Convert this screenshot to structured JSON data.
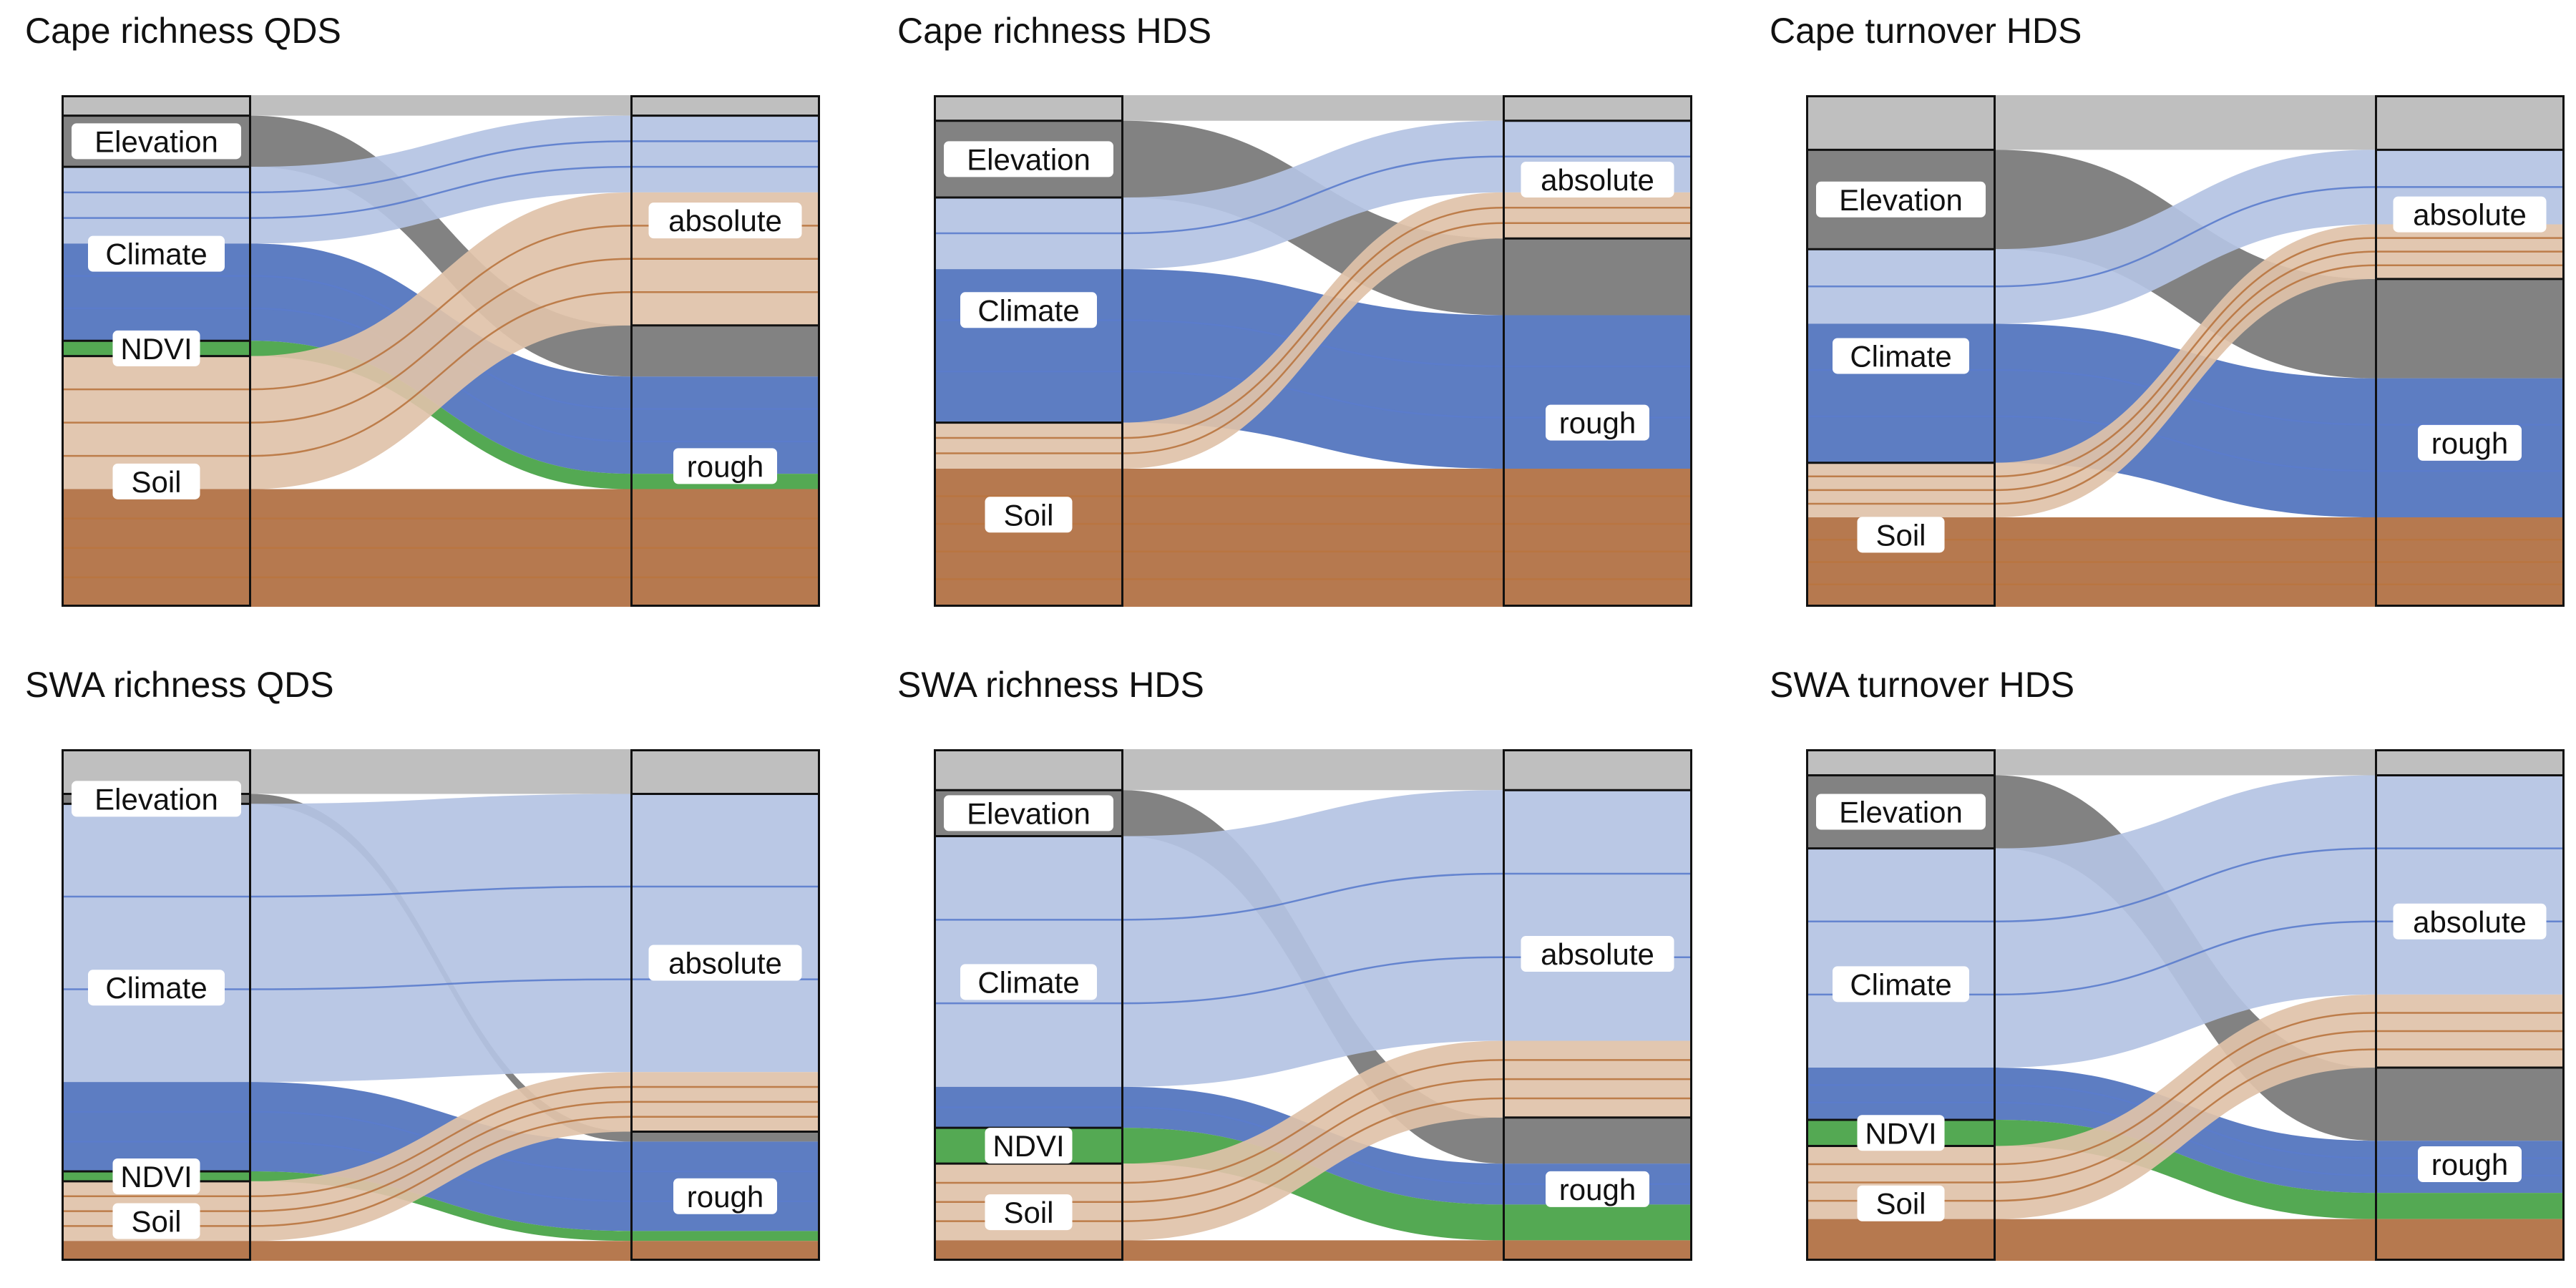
{
  "colors": {
    "NA": "#bfbfbf",
    "Elevation": "#777777",
    "Climate_abs": "#b4c3e3",
    "Climate_rough": "#4f72bd",
    "NDVI": "#45a244",
    "Soil_abs": "#dfc2a9",
    "Soil_rough": "#b06e40",
    "line_Climate": "#5b7ccc",
    "line_Soil": "#b9743f",
    "line_NDVI": "#2f7a2f"
  },
  "chart_data": [
    {
      "type": "alluvial",
      "title": "Cape richness QDS",
      "left_axis": [
        "NA",
        "Elevation",
        "Climate",
        "NDVI",
        "Soil"
      ],
      "right_axis": [
        "NA",
        "absolute",
        "rough"
      ],
      "labels": {
        "Elevation": "Elevation",
        "Climate": "Climate",
        "NDVI": "NDVI",
        "Soil": "Soil",
        "absolute": "absolute",
        "rough": "rough"
      },
      "flows": [
        {
          "from": "NA",
          "to": "NA",
          "value": 4,
          "lines": 0
        },
        {
          "from": "Elevation",
          "to": "rough",
          "value": 10,
          "lines": 0
        },
        {
          "from": "Climate",
          "to": "absolute",
          "value": 15,
          "lines": 2
        },
        {
          "from": "Climate",
          "to": "rough",
          "value": 19,
          "lines": 2
        },
        {
          "from": "NDVI",
          "to": "rough",
          "value": 3,
          "lines": 0
        },
        {
          "from": "Soil",
          "to": "absolute",
          "value": 26,
          "lines": 3
        },
        {
          "from": "Soil",
          "to": "rough",
          "value": 23,
          "lines": 3
        }
      ]
    },
    {
      "type": "alluvial",
      "title": "Cape richness HDS",
      "left_axis": [
        "NA",
        "Elevation",
        "Climate",
        "Soil"
      ],
      "right_axis": [
        "NA",
        "absolute",
        "rough"
      ],
      "labels": {
        "Elevation": "Elevation",
        "Climate": "Climate",
        "Soil": "Soil",
        "absolute": "absolute",
        "rough": "rough"
      },
      "flows": [
        {
          "from": "NA",
          "to": "NA",
          "value": 5,
          "lines": 0
        },
        {
          "from": "Elevation",
          "to": "rough",
          "value": 15,
          "lines": 0
        },
        {
          "from": "Climate",
          "to": "absolute",
          "value": 14,
          "lines": 1
        },
        {
          "from": "Climate",
          "to": "rough",
          "value": 30,
          "lines": 2
        },
        {
          "from": "Soil",
          "to": "absolute",
          "value": 9,
          "lines": 2
        },
        {
          "from": "Soil",
          "to": "rough",
          "value": 27,
          "lines": 4
        }
      ]
    },
    {
      "type": "alluvial",
      "title": "Cape turnover HDS",
      "left_axis": [
        "NA",
        "Elevation",
        "Climate",
        "Soil"
      ],
      "right_axis": [
        "NA",
        "absolute",
        "rough"
      ],
      "labels": {
        "Elevation": "Elevation",
        "Climate": "Climate",
        "Soil": "Soil",
        "absolute": "absolute",
        "rough": "rough"
      },
      "flows": [
        {
          "from": "NA",
          "to": "NA",
          "value": 11,
          "lines": 0
        },
        {
          "from": "Elevation",
          "to": "rough",
          "value": 20,
          "lines": 0
        },
        {
          "from": "Climate",
          "to": "absolute",
          "value": 15,
          "lines": 1
        },
        {
          "from": "Climate",
          "to": "rough",
          "value": 28,
          "lines": 2
        },
        {
          "from": "Soil",
          "to": "absolute",
          "value": 11,
          "lines": 3
        },
        {
          "from": "Soil",
          "to": "rough",
          "value": 18,
          "lines": 3
        }
      ]
    },
    {
      "type": "alluvial",
      "title": "SWA richness QDS",
      "left_axis": [
        "NA",
        "Elevation",
        "Climate",
        "NDVI",
        "Soil"
      ],
      "right_axis": [
        "NA",
        "absolute",
        "rough"
      ],
      "labels": {
        "Elevation": "Elevation",
        "Climate": "Climate",
        "NDVI": "NDVI",
        "Soil": "Soil",
        "absolute": "absolute",
        "rough": "rough"
      },
      "flows": [
        {
          "from": "NA",
          "to": "NA",
          "value": 9,
          "lines": 0
        },
        {
          "from": "Elevation",
          "to": "rough",
          "value": 2,
          "lines": 0
        },
        {
          "from": "Climate",
          "to": "absolute",
          "value": 56,
          "lines": 2
        },
        {
          "from": "Climate",
          "to": "rough",
          "value": 18,
          "lines": 2
        },
        {
          "from": "NDVI",
          "to": "rough",
          "value": 2,
          "lines": 0
        },
        {
          "from": "Soil",
          "to": "absolute",
          "value": 12,
          "lines": 3
        },
        {
          "from": "Soil",
          "to": "rough",
          "value": 4,
          "lines": 0
        }
      ]
    },
    {
      "type": "alluvial",
      "title": "SWA richness HDS",
      "left_axis": [
        "NA",
        "Elevation",
        "Climate",
        "NDVI",
        "Soil"
      ],
      "right_axis": [
        "NA",
        "absolute",
        "rough"
      ],
      "labels": {
        "Elevation": "Elevation",
        "Climate": "Climate",
        "NDVI": "NDVI",
        "Soil": "Soil",
        "absolute": "absolute",
        "rough": "rough"
      },
      "flows": [
        {
          "from": "NA",
          "to": "NA",
          "value": 8,
          "lines": 0
        },
        {
          "from": "Elevation",
          "to": "rough",
          "value": 9,
          "lines": 0
        },
        {
          "from": "Climate",
          "to": "absolute",
          "value": 49,
          "lines": 2
        },
        {
          "from": "Climate",
          "to": "rough",
          "value": 8,
          "lines": 1
        },
        {
          "from": "NDVI",
          "to": "rough",
          "value": 7,
          "lines": 0
        },
        {
          "from": "Soil",
          "to": "absolute",
          "value": 15,
          "lines": 3
        },
        {
          "from": "Soil",
          "to": "rough",
          "value": 4,
          "lines": 0
        }
      ]
    },
    {
      "type": "alluvial",
      "title": "SWA turnover HDS",
      "left_axis": [
        "NA",
        "Elevation",
        "Climate",
        "NDVI",
        "Soil"
      ],
      "right_axis": [
        "NA",
        "absolute",
        "rough"
      ],
      "labels": {
        "Elevation": "Elevation",
        "Climate": "Climate",
        "NDVI": "NDVI",
        "Soil": "Soil",
        "absolute": "absolute",
        "rough": "rough"
      },
      "flows": [
        {
          "from": "NA",
          "to": "NA",
          "value": 5,
          "lines": 0
        },
        {
          "from": "Elevation",
          "to": "rough",
          "value": 14,
          "lines": 0
        },
        {
          "from": "Climate",
          "to": "absolute",
          "value": 42,
          "lines": 2
        },
        {
          "from": "Climate",
          "to": "rough",
          "value": 10,
          "lines": 2
        },
        {
          "from": "NDVI",
          "to": "rough",
          "value": 5,
          "lines": 0
        },
        {
          "from": "Soil",
          "to": "absolute",
          "value": 14,
          "lines": 3
        },
        {
          "from": "Soil",
          "to": "rough",
          "value": 8,
          "lines": 0
        }
      ]
    }
  ]
}
